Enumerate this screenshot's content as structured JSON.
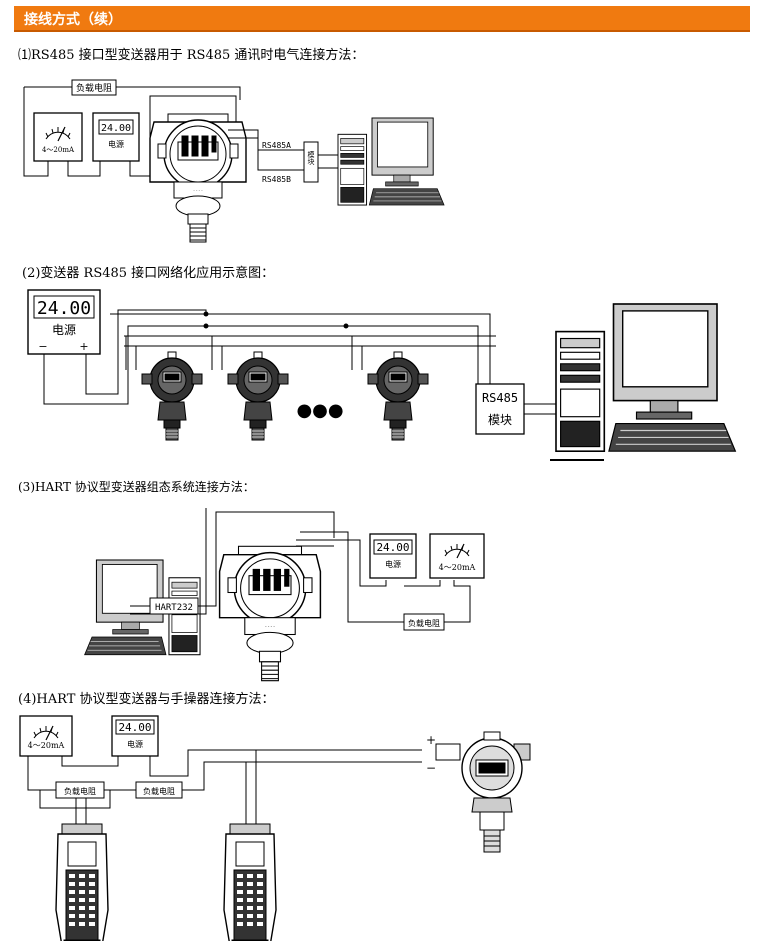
{
  "header": {
    "title": "接线方式（续）",
    "accent": "#f07a10"
  },
  "sections": [
    {
      "caption": "⑴RS485 接口型变送器用于 RS485 通讯时电气连接方法："
    },
    {
      "caption": "(2)变送器 RS485 接口网络化应用示意图："
    },
    {
      "caption": "(3)HART 协议型变送器组态系统连接方法："
    },
    {
      "caption": "(4)HART 协议型变送器与手操器连接方法："
    }
  ],
  "labels": {
    "load_resistor": "负载电阻",
    "power_display": "24.00",
    "power_label": "电源",
    "meter_range": "4～20mA",
    "rs485a": "RS485A",
    "rs485b": "RS485B",
    "module": "模块",
    "rs485": "RS485",
    "hart232": "HART232",
    "ellipsis": "●●●",
    "plus": "+",
    "minus": "−",
    "plus_ascii": "+",
    "minus_ascii": "−"
  }
}
